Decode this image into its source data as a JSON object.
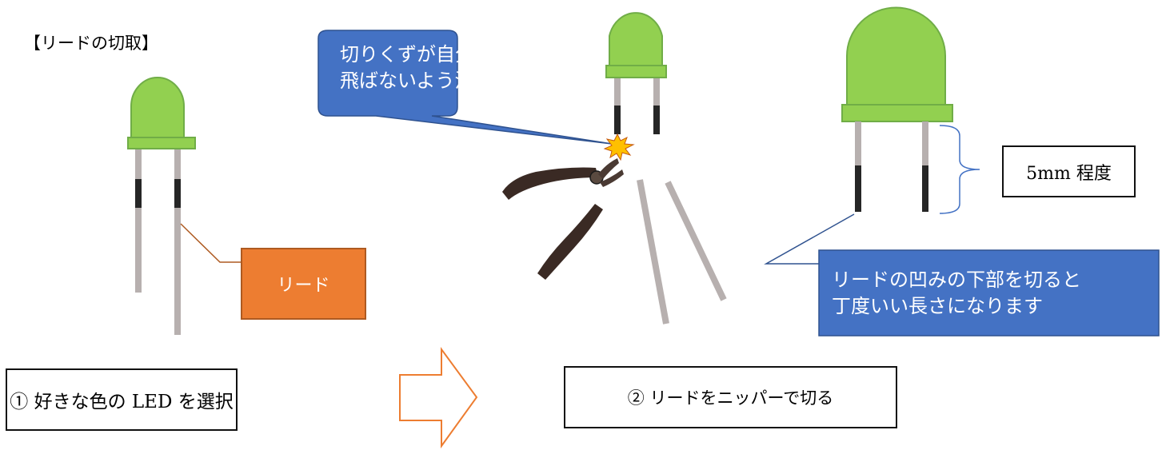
{
  "title": "【リードの切取】",
  "lead_label": "リード",
  "callout_warning": {
    "line1": "切りくずが自分の方に",
    "line2": "飛ばないよう注意"
  },
  "callout_cut_position": {
    "line1": "リードの凹みの下部を切ると",
    "line2": "丁度いい長さになります"
  },
  "size_label": "5mm 程度",
  "step1": "① 好きな色の LED を選択",
  "step2": "② リードをニッパーで切る",
  "colors": {
    "led_green": "#92D050",
    "led_outline": "#70AD47",
    "lead_gray": "#B7B0AF",
    "lead_dark": "#262626",
    "callout_blue": "#4472C4",
    "label_orange": "#ED7D31",
    "arrow_orange": "#ED7D31",
    "nipper_dark": "#3A2A24",
    "spark": "#FFC000"
  },
  "icons": [
    "led-icon",
    "nipper-icon",
    "spark-icon",
    "right-arrow-icon",
    "brace-icon"
  ]
}
